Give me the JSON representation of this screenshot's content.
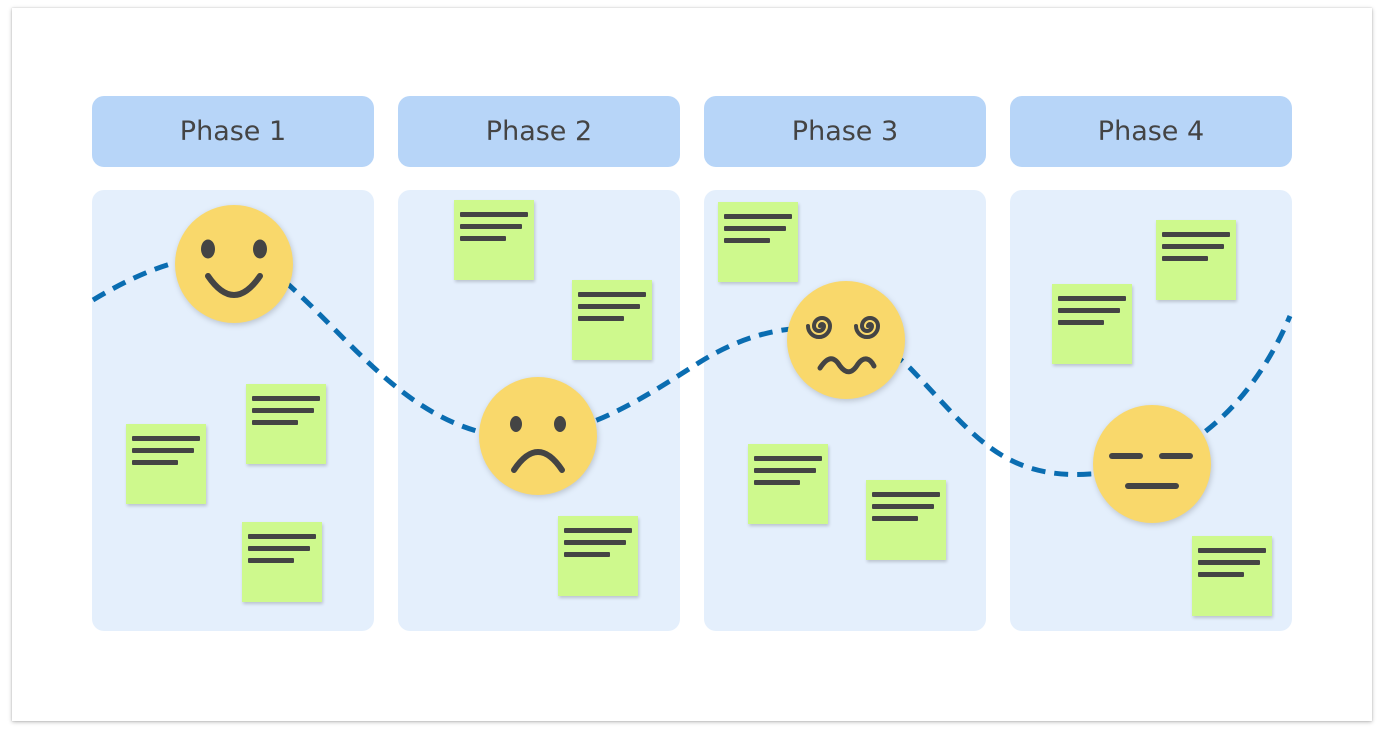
{
  "phases": [
    {
      "label": "Phase 1"
    },
    {
      "label": "Phase 2"
    },
    {
      "label": "Phase 3"
    },
    {
      "label": "Phase 4"
    }
  ],
  "colors": {
    "header": "#b7d5f8",
    "lane": "#e4effc",
    "sticky_note": "#cef98d",
    "emoji": "#f9d86b",
    "curve": "#0a6db1",
    "text": "#444444"
  },
  "emojis": [
    {
      "name": "happy-face-icon",
      "phase": 1
    },
    {
      "name": "sad-face-icon",
      "phase": 2
    },
    {
      "name": "dizzy-face-icon",
      "phase": 3
    },
    {
      "name": "neutral-face-icon",
      "phase": 4
    }
  ]
}
